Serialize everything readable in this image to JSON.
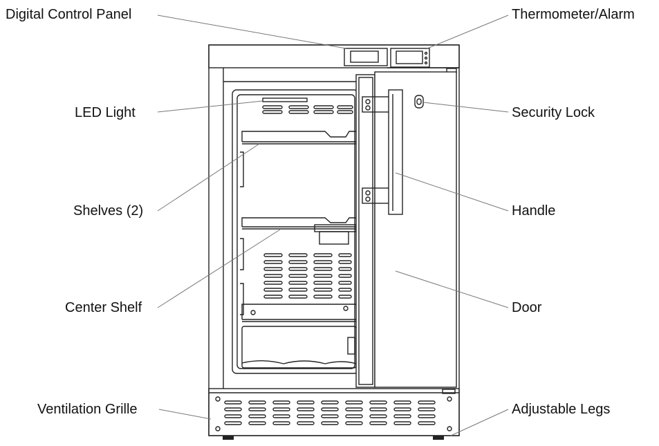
{
  "labels": {
    "digital_control_panel": "Digital Control Panel",
    "thermometer_alarm": "Thermometer/Alarm",
    "led_light": "LED Light",
    "security_lock": "Security Lock",
    "shelves": "Shelves (2)",
    "handle": "Handle",
    "center_shelf": "Center Shelf",
    "door": "Door",
    "ventilation_grille": "Ventilation Grille",
    "adjustable_legs": "Adjustable Legs"
  },
  "colors": {
    "line": "#222222",
    "leader": "#777777",
    "fill": "#ffffff"
  }
}
